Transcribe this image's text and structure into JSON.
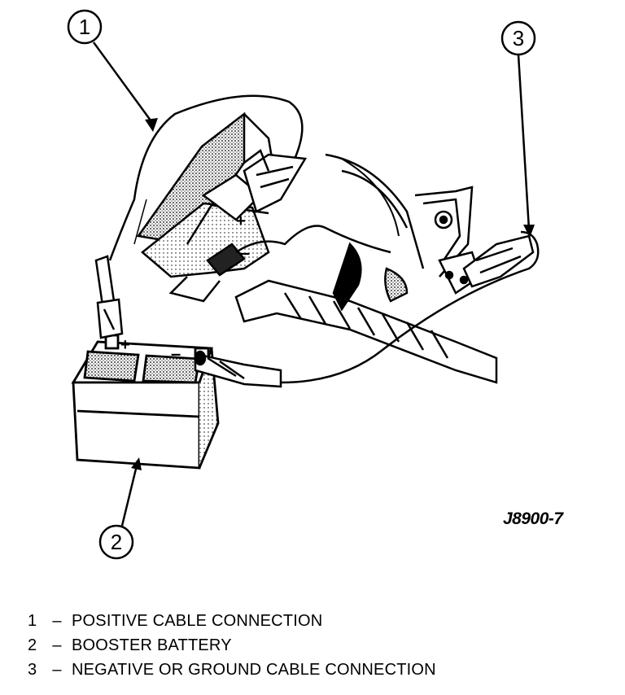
{
  "figure_id": "J8900-7",
  "callouts": [
    {
      "number": "1",
      "description": "POSITIVE CABLE CONNECTION"
    },
    {
      "number": "2",
      "description": "BOOSTER BATTERY"
    },
    {
      "number": "3",
      "description": "NEGATIVE OR GROUND CABLE CONNECTION"
    }
  ],
  "legend_separator": "–",
  "terminal_marks": {
    "positive": "+",
    "negative": "–"
  }
}
